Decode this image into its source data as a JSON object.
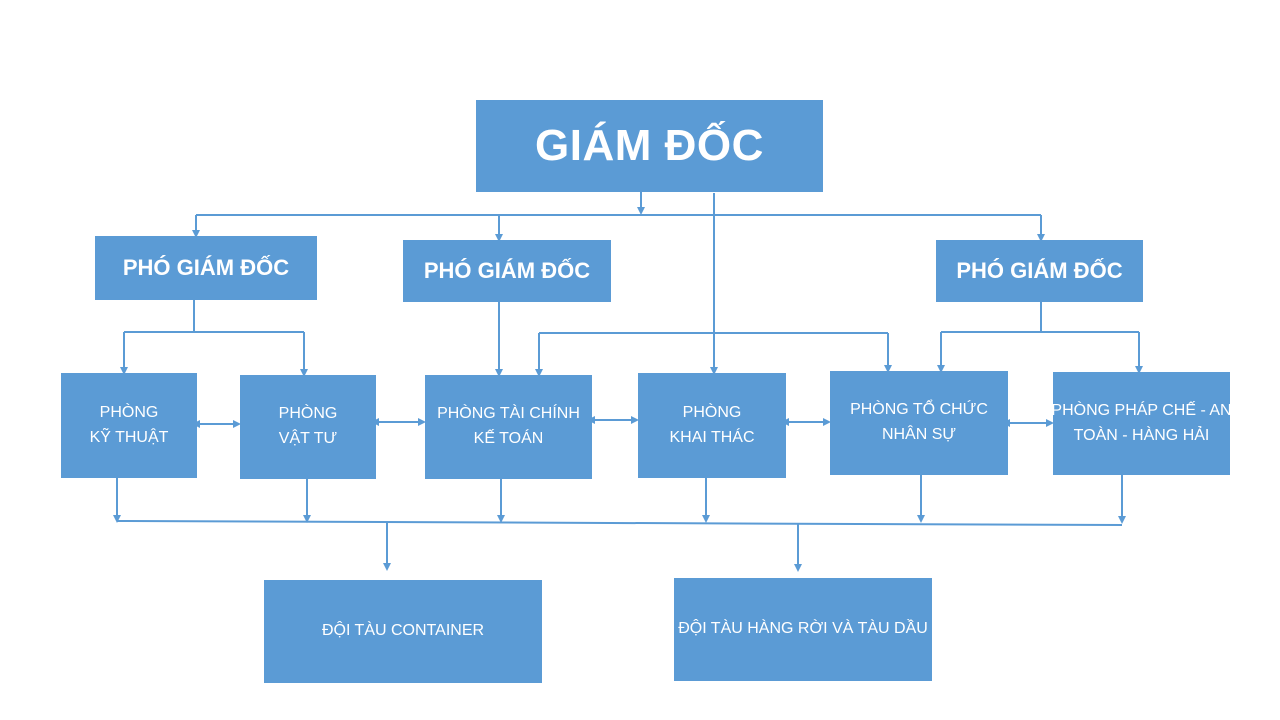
{
  "director": {
    "label": "GIÁM ĐỐC"
  },
  "deputies": [
    {
      "label": "PHÓ GIÁM ĐỐC"
    },
    {
      "label": "PHÓ GIÁM ĐỐC"
    },
    {
      "label": "PHÓ GIÁM ĐỐC"
    }
  ],
  "departments": [
    {
      "lines": [
        "PHÒNG",
        "KỸ THUẬT"
      ]
    },
    {
      "lines": [
        "PHÒNG",
        "VẬT TƯ"
      ]
    },
    {
      "lines": [
        "PHÒNG TÀI CHÍNH",
        "KẾ TOÁN"
      ]
    },
    {
      "lines": [
        "PHÒNG",
        "KHAI THÁC"
      ]
    },
    {
      "lines": [
        "PHÒNG TỔ CHỨC",
        "NHÂN SỰ"
      ]
    },
    {
      "lines": [
        "PHÒNG PHÁP CHẾ - AN",
        "TOÀN - HÀNG HẢI"
      ]
    }
  ],
  "fleets": [
    {
      "label": "ĐỘI TÀU CONTAINER"
    },
    {
      "label": "ĐỘI TÀU HÀNG RỜI VÀ TÀU DẦU"
    }
  ],
  "colors": {
    "box": "#5b9bd5",
    "line": "#5b9bd5",
    "text": "#ffffff"
  }
}
